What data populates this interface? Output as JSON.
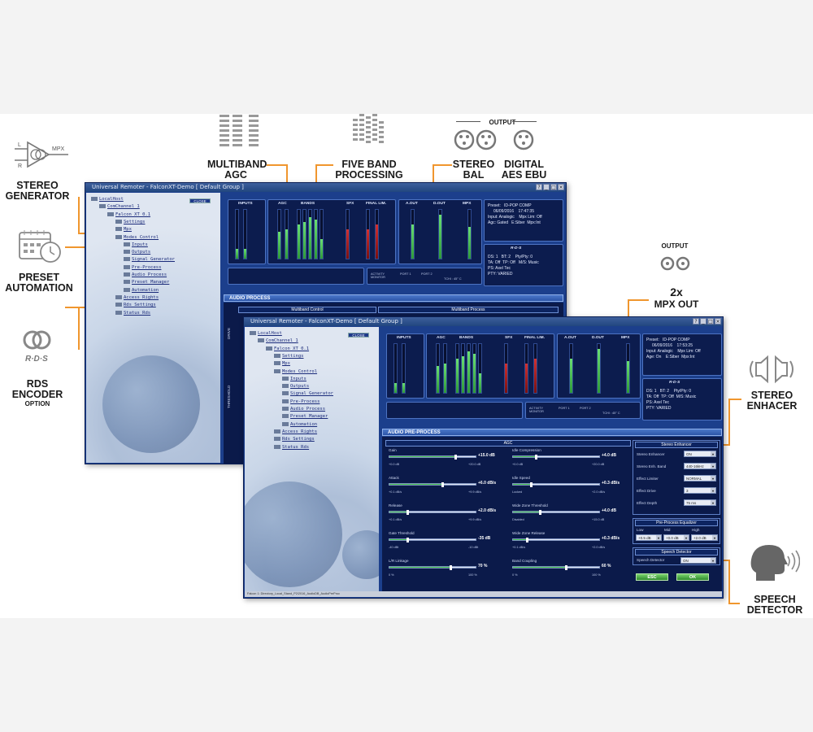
{
  "callouts": {
    "stereo_generator": [
      "STEREO",
      "GENERATOR"
    ],
    "preset_automation": [
      "PRESET",
      "AUTOMATION"
    ],
    "rds_encoder": [
      "RDS",
      "ENCODER"
    ],
    "rds_option": "OPTION",
    "rds_logo": "R·D·S",
    "multiband_agc": [
      "MULTIBAND",
      "AGC"
    ],
    "five_band": [
      "FIVE BAND",
      "PROCESSING"
    ],
    "output_top": "OUTPUT",
    "stereo_bal": [
      "STEREO",
      "BAL"
    ],
    "digital_aes": [
      "DIGITAL",
      "AES EBU"
    ],
    "output_right": "OUTPUT",
    "mpx_out": [
      "2x",
      "MPX OUT"
    ],
    "stereo_enhancer": [
      "STEREO",
      "ENHACER"
    ],
    "speech_detector": [
      "SPEECH",
      "DETECTOR"
    ],
    "stereo_icon_labels": {
      "l": "L",
      "r": "R",
      "mpx": "MPX"
    }
  },
  "window_back": {
    "title": "Universal Remoter - FalconXT-Demo [ Default Group ]",
    "close_label": "CLOSE",
    "section": "AUDIO PROCESS",
    "tab1": "Multiband Control",
    "tab2": "Multiband Process",
    "side1": "DRIVE",
    "side2": "THRESHOLD",
    "preset": "Preset:   ID-POP COMP\n     06/09/2016    17:47:35\nInput: Analogic    Mpx Lim: Off\nAgc: Gated   E:Siber  Mpx:Int",
    "rds": "DS: 1   BT: 2    Pty/Pty: 0\nTA: Off  TP: Off   M/S: Music\nPS: Axel Tec\nPTY: VARIED"
  },
  "window_front": {
    "title": "Universal Remoter - FalconXT-Demo [ Default Group ]",
    "close_label": "CLOSE",
    "section": "AUDIO PRE-PROCESS",
    "agc_header": "AGC",
    "preset": "Preset:   ID-POP COMP\n     06/09/2016    17:53:25\nInput: Analogic    Mpx Lim: Off\nAge: On    E:Siber  Mpx:Int",
    "rds": "DS: 1   BT: 2    Pty/Pty: 0\nTA: Off  TP: Off  M/S: Music\nPS: Axel Tec\nPTY: VARIED",
    "status": "Falcon 1: Directory_Local_Stand_P2/2016_AudioDB_AudioPreProc",
    "stereo_enhancer_header": "Stereo Enhancer",
    "stereo_fields": [
      {
        "label": "Stereo Enhancer",
        "value": "ON"
      },
      {
        "label": "Stereo Enh. Band",
        "value": "440-16kHz"
      },
      {
        "label": "Effect Limiter",
        "value": "NORMAL"
      },
      {
        "label": "Effect Drive",
        "value": "3"
      },
      {
        "label": "Effect Depth",
        "value": "75 ms"
      }
    ],
    "eq_header": "Pre-Process Equalizer",
    "eq_labels": [
      "Low",
      "Mid",
      "High"
    ],
    "eq_values": [
      "+0.5 dB",
      "+0.0 dB",
      "+2.0 dB"
    ],
    "speech_header": "Speech Detector",
    "speech_label": "Speech Detector",
    "speech_value": "ON",
    "esc": "ESC",
    "ok": "OK"
  },
  "meters": {
    "inputs": "INPUTS",
    "agc": "AGC",
    "bands": "BANDS",
    "sfx": "SFX",
    "final": "FINAL LIM.",
    "aout": "A.OUT",
    "dout": "D.OUT",
    "mpx": "MPX",
    "port1": "PORT 1",
    "port2": "PORT 2",
    "temp": "TCHI :  45° C",
    "activity": "ACTIVITY\nMONITOR",
    "rds_logo": "R·D·S"
  },
  "tree": [
    {
      "label": "LocalHost",
      "depth": 0
    },
    {
      "label": "ComChannel 1",
      "depth": 1
    },
    {
      "label": "Falcon XT 0.1",
      "depth": 2
    },
    {
      "label": "Settings",
      "depth": 3
    },
    {
      "label": "Mpx",
      "depth": 3
    },
    {
      "label": "Modes Control",
      "depth": 3
    },
    {
      "label": "Inputs",
      "depth": 4
    },
    {
      "label": "Outputs",
      "depth": 4
    },
    {
      "label": "Signal Generator",
      "depth": 4
    },
    {
      "label": "Pre-Process",
      "depth": 4
    },
    {
      "label": "Audio Process",
      "depth": 4
    },
    {
      "label": "Preset Manager",
      "depth": 4
    },
    {
      "label": "Automation",
      "depth": 4
    },
    {
      "label": "Access Rights",
      "depth": 3
    },
    {
      "label": "Rds Settings",
      "depth": 3
    },
    {
      "label": "Status Rds",
      "depth": 3
    }
  ],
  "agc_sliders": [
    {
      "label": "Gain",
      "value": "+15.0 dB",
      "min": "+0.0 dB",
      "max": "+20.0 dB",
      "pos": 0.75
    },
    {
      "label": "Idle Compression",
      "value": "+4.0 dB",
      "min": "+0.0 dB",
      "max": "+20.0 dB",
      "pos": 0.25
    },
    {
      "label": "Attack",
      "value": "+6.0 dB/s",
      "min": "+0.1 dB/s",
      "max": "+9.9 dB/s",
      "pos": 0.6
    },
    {
      "label": "Idle Speed",
      "value": "+0.3 dB/s",
      "min": "Locked",
      "max": "+2.0 dB/s",
      "pos": 0.2
    },
    {
      "label": "Release",
      "value": "+2.0 dB/s",
      "min": "+0.1 dB/s",
      "max": "+9.9 dB/s",
      "pos": 0.2
    },
    {
      "label": "Wide Zone Threshold",
      "value": "+4.0 dB",
      "min": "Disabled",
      "max": "+15.0 dB",
      "pos": 0.3
    },
    {
      "label": "Gate Threshold",
      "value": "-35 dB",
      "min": "-40 dBt",
      "max": "-10 dBt",
      "pos": 0.2
    },
    {
      "label": "Wide Zone Release",
      "value": "+0.3 dB/s",
      "min": "+0.1 dB/s",
      "max": "+2.0 dB/s",
      "pos": 0.15
    },
    {
      "label": "L/R Linkage",
      "value": "70 %",
      "min": "0 %",
      "max": "100 %",
      "pos": 0.7
    },
    {
      "label": "Band Coupling",
      "value": "60 %",
      "min": "0 %",
      "max": "100 %",
      "pos": 0.6
    }
  ],
  "meter_levels": {
    "back": [
      0.2,
      0.2,
      0.55,
      0.6,
      0.7,
      0.75,
      0.85,
      0.8,
      0.4,
      0.6,
      0.6,
      0.7,
      0.7,
      0.9,
      0.65
    ],
    "front": [
      0.2,
      0.2,
      0.55,
      0.6,
      0.7,
      0.75,
      0.85,
      0.8,
      0.4,
      0.6,
      0.6,
      0.7,
      0.7,
      0.9,
      0.65
    ]
  },
  "colors": {
    "accent": "#f0962e",
    "window": "#1c3f8c",
    "meter_green": "#3fbf4a",
    "meter_red": "#c22828"
  }
}
